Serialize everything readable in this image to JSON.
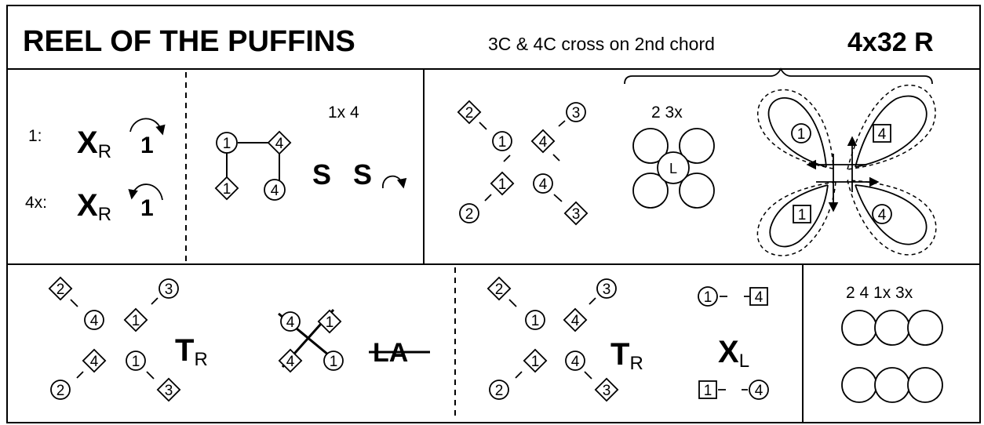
{
  "header": {
    "title": "REEL OF THE PUFFINS",
    "subtitle": "3C & 4C cross on 2nd chord",
    "formation": "4x32 R"
  },
  "bars_1_8": {
    "line1_prefix": "1:",
    "line2_prefix": "4x:",
    "move_letter": "X",
    "move_sub": "R",
    "dancer": "1",
    "setting_label": "1x 4",
    "setting_move": "S",
    "dancers": {
      "c1": "1",
      "c4": "4",
      "d4": "4",
      "d1": "1"
    }
  },
  "bars_9_16": {
    "cross": {
      "d2": "2",
      "c3": "3",
      "c1": "1",
      "d4": "4",
      "d1": "1",
      "c4": "4",
      "c2": "2",
      "d3": "3"
    },
    "circle_label": "2 3x",
    "circle_center": "L",
    "loops": {
      "c1": "1",
      "s4": "4",
      "s1": "1",
      "c4": "4"
    }
  },
  "bars_17_24": {
    "cross": {
      "d2": "2",
      "c3": "3",
      "c4": "4",
      "d1": "1",
      "d4": "4",
      "c1": "1",
      "c2": "2",
      "d3": "3"
    },
    "move_letter": "T",
    "move_sub": "R",
    "allemande": {
      "c4": "4",
      "d1": "1",
      "d4": "4",
      "c1": "1"
    },
    "allemande_label": "LA"
  },
  "bars_25_32": {
    "cross": {
      "d2": "2",
      "c3": "3",
      "c1": "1",
      "d4": "4",
      "d1": "1",
      "c4": "4",
      "c2": "2",
      "d3": "3"
    },
    "move_letter": "T",
    "move_sub": "R",
    "cross_move_letter": "X",
    "cross_move_sub": "L",
    "pair_top": {
      "c1": "1",
      "s4": "4"
    },
    "pair_bottom": {
      "s1": "1",
      "c4": "4"
    }
  },
  "final": {
    "label": "2 4 1x 3x"
  }
}
